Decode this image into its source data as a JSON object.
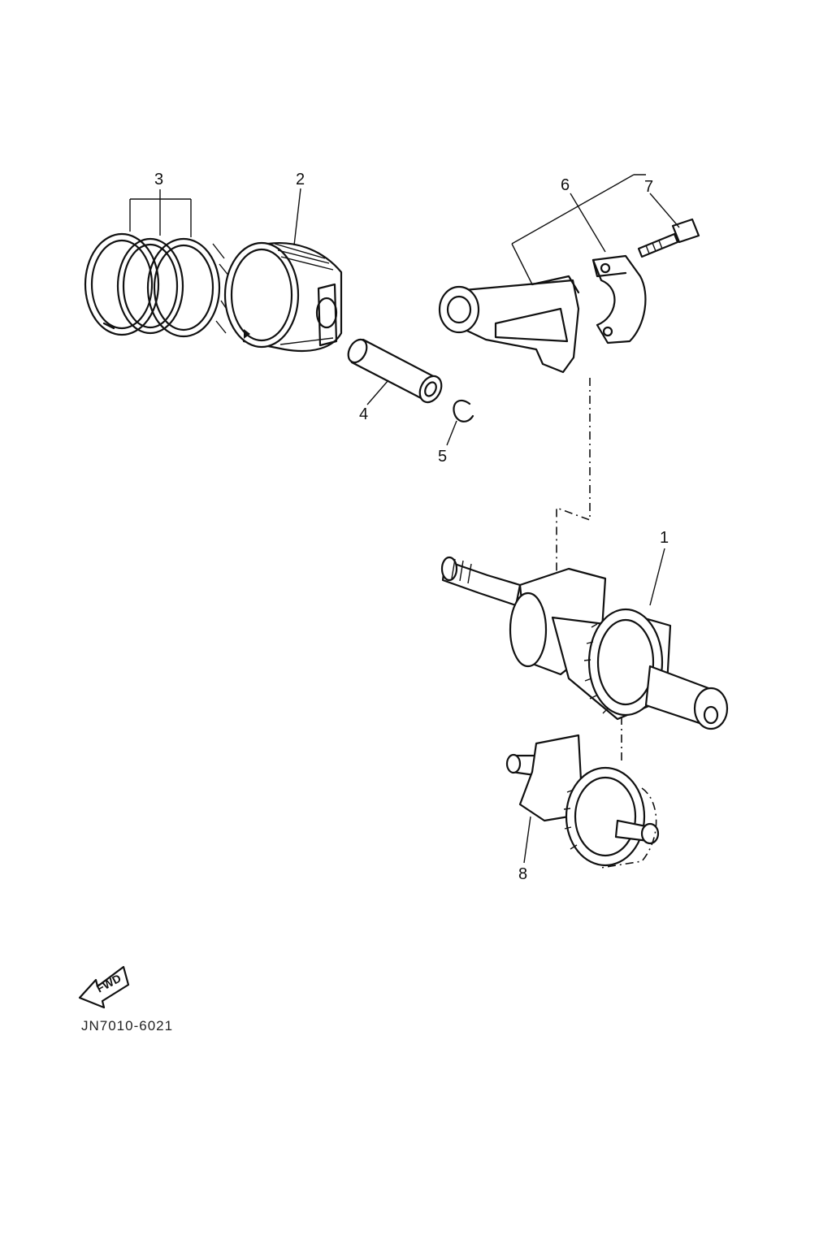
{
  "callouts": [
    {
      "id": "1",
      "label": "1"
    },
    {
      "id": "2",
      "label": "2"
    },
    {
      "id": "3",
      "label": "3"
    },
    {
      "id": "4",
      "label": "4"
    },
    {
      "id": "5",
      "label": "5"
    },
    {
      "id": "6",
      "label": "6"
    },
    {
      "id": "7",
      "label": "7"
    },
    {
      "id": "8",
      "label": "8"
    }
  ],
  "fwd_badge": "FWD",
  "drawing_code": "JN7010-6021"
}
